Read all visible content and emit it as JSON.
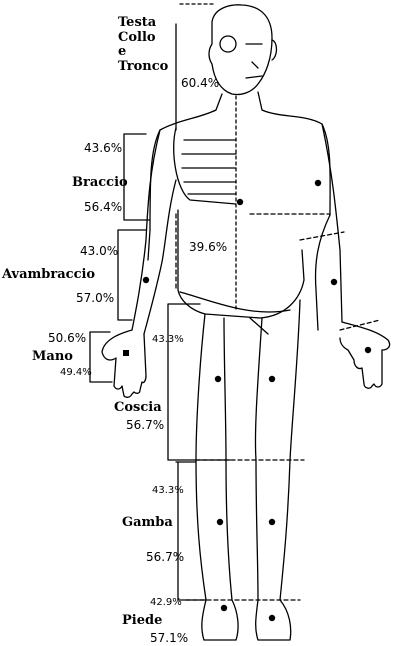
{
  "segments": {
    "head": {
      "name_lines": [
        "Testa",
        "Collo",
        "e",
        "Tronco"
      ],
      "pct": "60.4%"
    },
    "trunk_lower": {
      "pct": "39.6%"
    },
    "arm": {
      "name": "Braccio",
      "pct_upper": "43.6%",
      "pct_lower": "56.4%"
    },
    "forearm": {
      "name": "Avambraccio",
      "pct_upper": "43.0%",
      "pct_lower": "57.0%"
    },
    "hand": {
      "name": "Mano",
      "pct_upper": "50.6%",
      "pct_lower": "49.4%"
    },
    "thigh": {
      "name": "Coscia",
      "pct_upper": "43.3%",
      "pct_lower": "56.7%"
    },
    "leg": {
      "name": "Gamba",
      "pct_upper": "43.3%",
      "pct_lower": "56.7%"
    },
    "foot": {
      "name": "Piede",
      "pct_upper": "42.9%",
      "pct_lower": "57.1%"
    }
  },
  "colors": {
    "ink": "#000000",
    "paper": "#ffffff"
  }
}
